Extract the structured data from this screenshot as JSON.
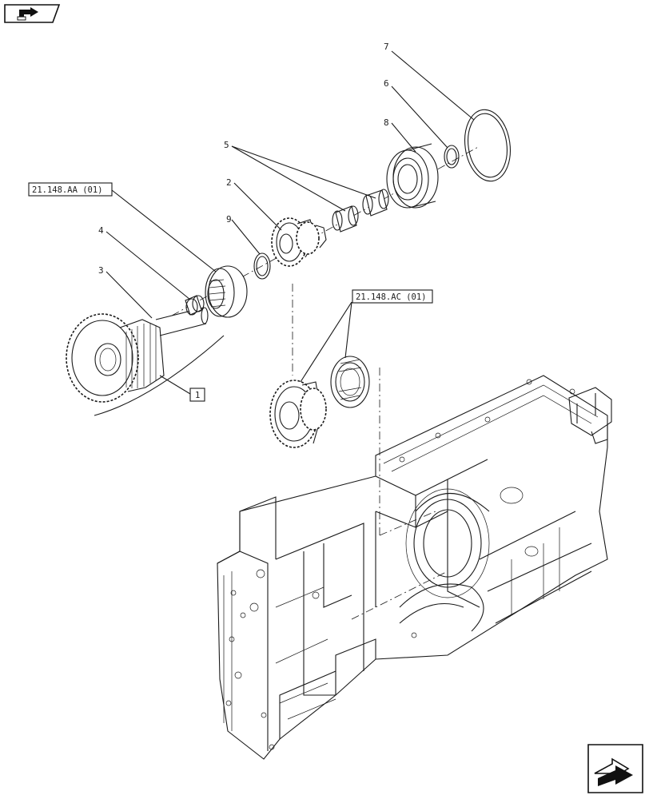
{
  "diagram": {
    "callouts": [
      {
        "id": "c7",
        "text": "7"
      },
      {
        "id": "c6",
        "text": "6"
      },
      {
        "id": "c8",
        "text": "8"
      },
      {
        "id": "c5",
        "text": "5"
      },
      {
        "id": "c2",
        "text": "2"
      },
      {
        "id": "c9",
        "text": "9"
      },
      {
        "id": "c4",
        "text": "4"
      },
      {
        "id": "c3",
        "text": "3"
      }
    ],
    "references": [
      {
        "id": "ref-aa",
        "text": "21.148.AA (01)"
      },
      {
        "id": "ref-ac",
        "text": "21.148.AC (01)"
      },
      {
        "id": "ref-1",
        "text": "1"
      }
    ]
  },
  "navigation": {
    "previous_icon": "back-arrow-icon",
    "next_icon": "forward-arrow-icon"
  },
  "colors": {
    "line": "#1a1a1a",
    "background": "#ffffff"
  }
}
